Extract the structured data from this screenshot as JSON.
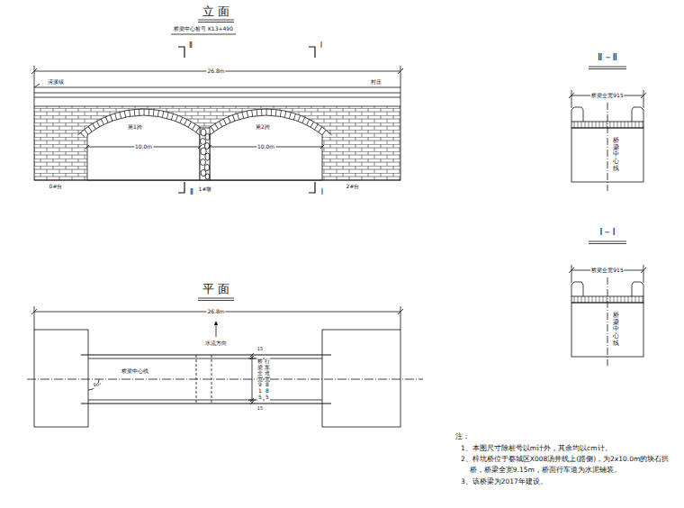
{
  "diagram": {
    "labels": [
      "立 面",
      "桥梁中心桩号 K13+490",
      "Ⅱ",
      "Ⅰ",
      "26.8m",
      "涝溪镇",
      "村庄",
      "第1跨",
      "第2跨",
      "10.0m",
      "10.0m",
      "0#台",
      "1#墩",
      "2#台",
      "Ⅱ",
      "Ⅰ",
      "Ⅱ－Ⅱ",
      "桥梁全宽915",
      "桥梁中心线",
      "Ⅰ－Ⅰ",
      "桥梁全宽915",
      "桥梁中心线",
      "平 面",
      "26.8m",
      "水流方向",
      "桥梁中心线",
      "90°",
      "15",
      "桥梁全宽915",
      "行车道宽885",
      "15",
      "注：",
      "1、本图尺寸除桩号以m计外，其余均以cm计。",
      "2、梓坑桥位于婺城区X008汤井线上(路侧)，为2x10.0m的块石拱桥，桥梁全宽9.15m，桥面行车道为水泥铺装。",
      "3、该桥梁为2017年建设。"
    ]
  }
}
